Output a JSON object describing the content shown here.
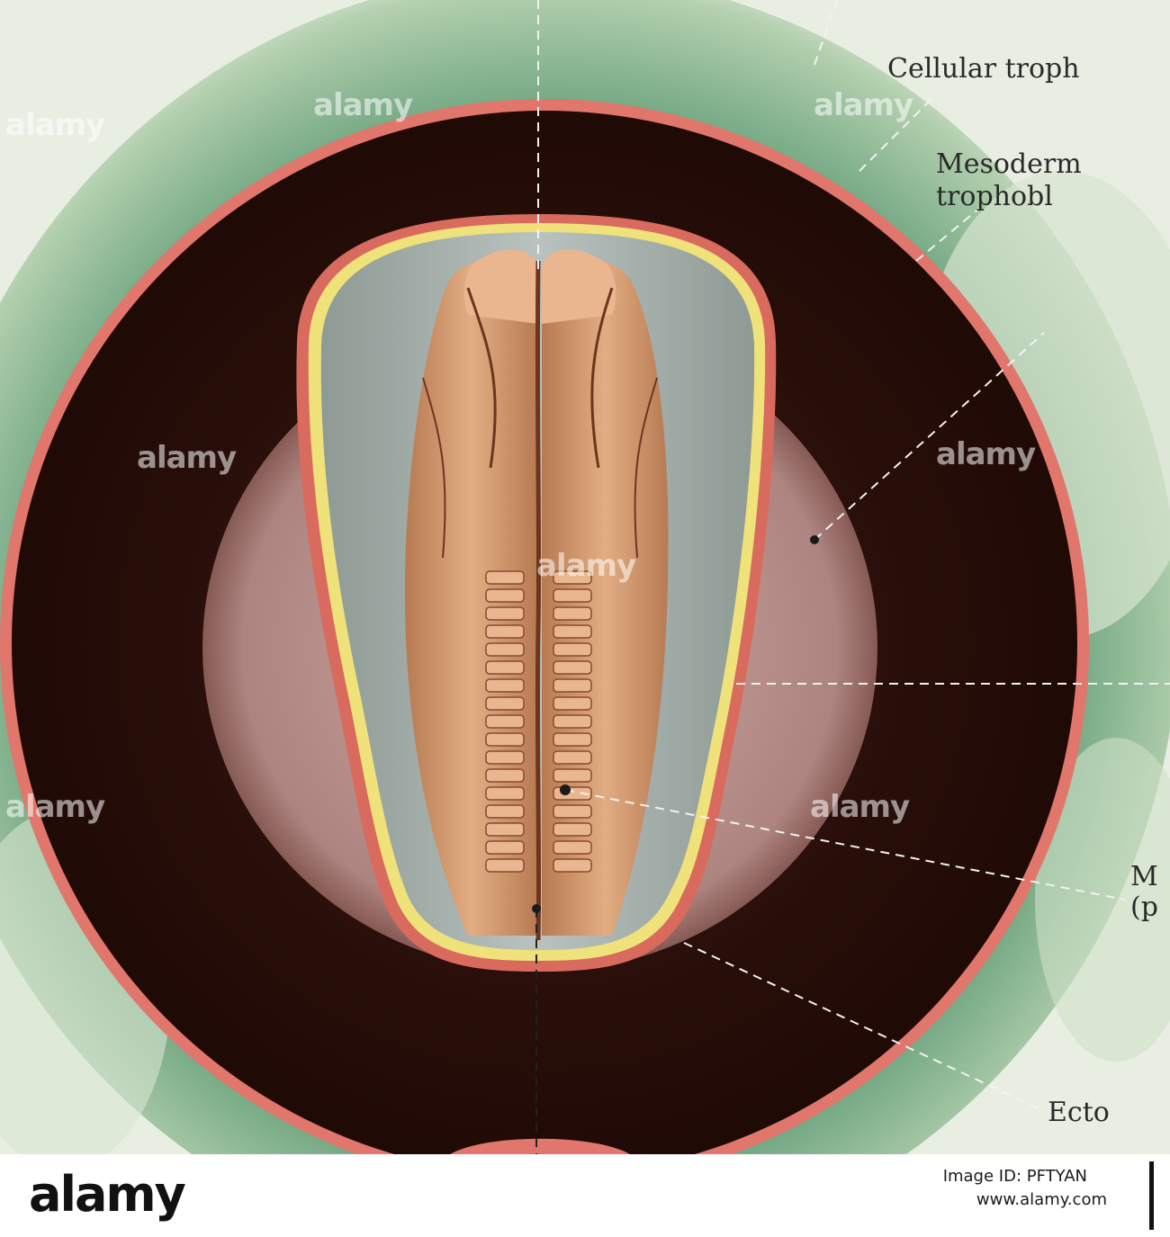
{
  "labels": {
    "cellular_trophoblast": "Cellular troph",
    "mesoderm_line1": "Mesoderm",
    "mesoderm_line2": "trophobl",
    "right_fragment_m": "M",
    "right_fragment_p": "(p",
    "ectoderm": "Ecto"
  },
  "watermark": {
    "text": "alamy"
  },
  "footer": {
    "logo": "alamy",
    "image_id": "Image ID: PFTYAN",
    "site": "www.alamy.com"
  },
  "colors": {
    "green_halo": "#6fa77a",
    "chorion_red": "#e0766c",
    "dark_cavity": "#2a0f0a",
    "yolk_pink": "#c79b98",
    "embryo_tan": "#d39a6e",
    "amnion_yellow": "#efe27a",
    "paper": "#e8efe2"
  }
}
